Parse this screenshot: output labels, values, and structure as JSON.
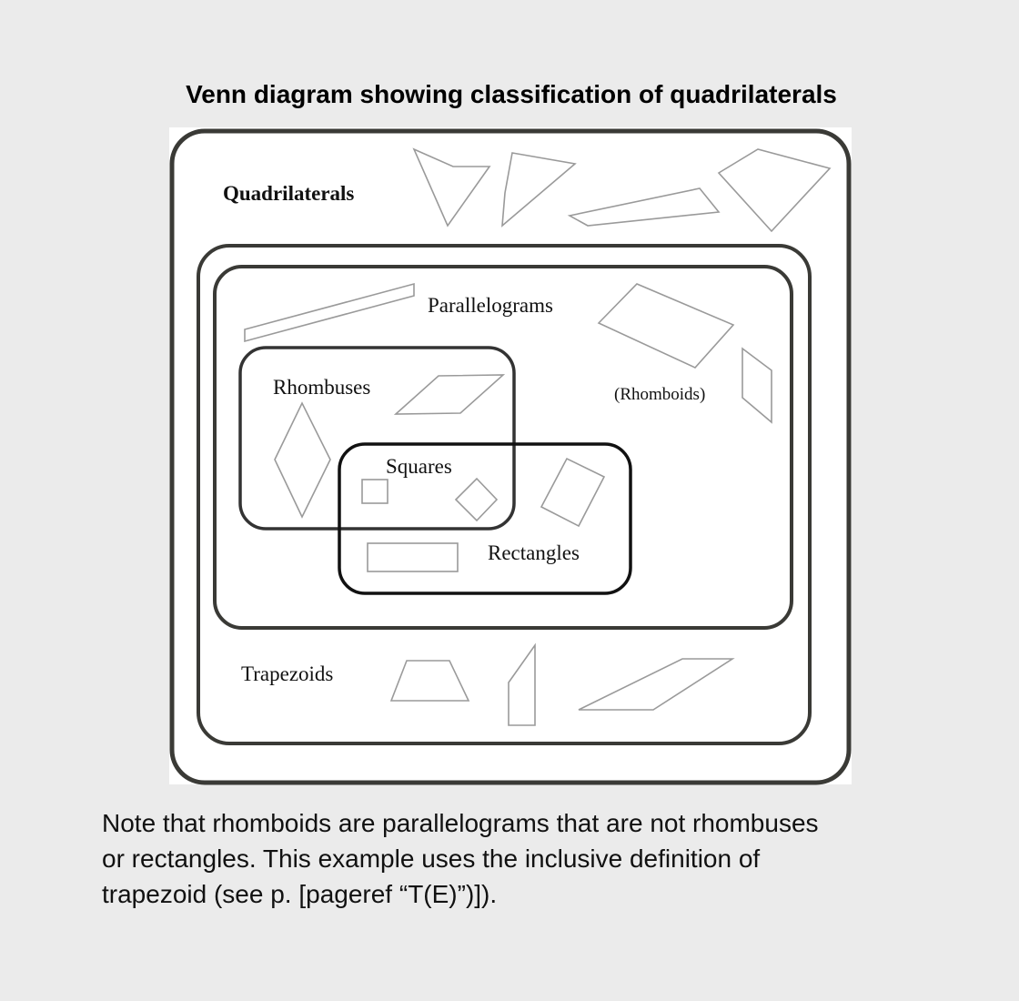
{
  "title": "Venn diagram showing classification of quadrilaterals",
  "diagram": {
    "labels": {
      "quadrilaterals": "Quadrilaterals",
      "parallelograms": "Parallelograms",
      "rhombuses": "Rhombuses",
      "rhomboids": "(Rhomboids)",
      "squares": "Squares",
      "rectangles": "Rectangles",
      "trapezoids": "Trapezoids"
    },
    "colors": {
      "box": "#3a3a36",
      "inner_box": "#111111",
      "shape": "#9a9a9a",
      "background": "#ebebeb"
    }
  },
  "caption": {
    "lines": [
      "Note that rhomboids are parallelograms that are not rhombuses",
      "or rectangles. This example uses the inclusive definition of",
      "trapezoid (see p. [pageref “T(E)”)])."
    ]
  }
}
